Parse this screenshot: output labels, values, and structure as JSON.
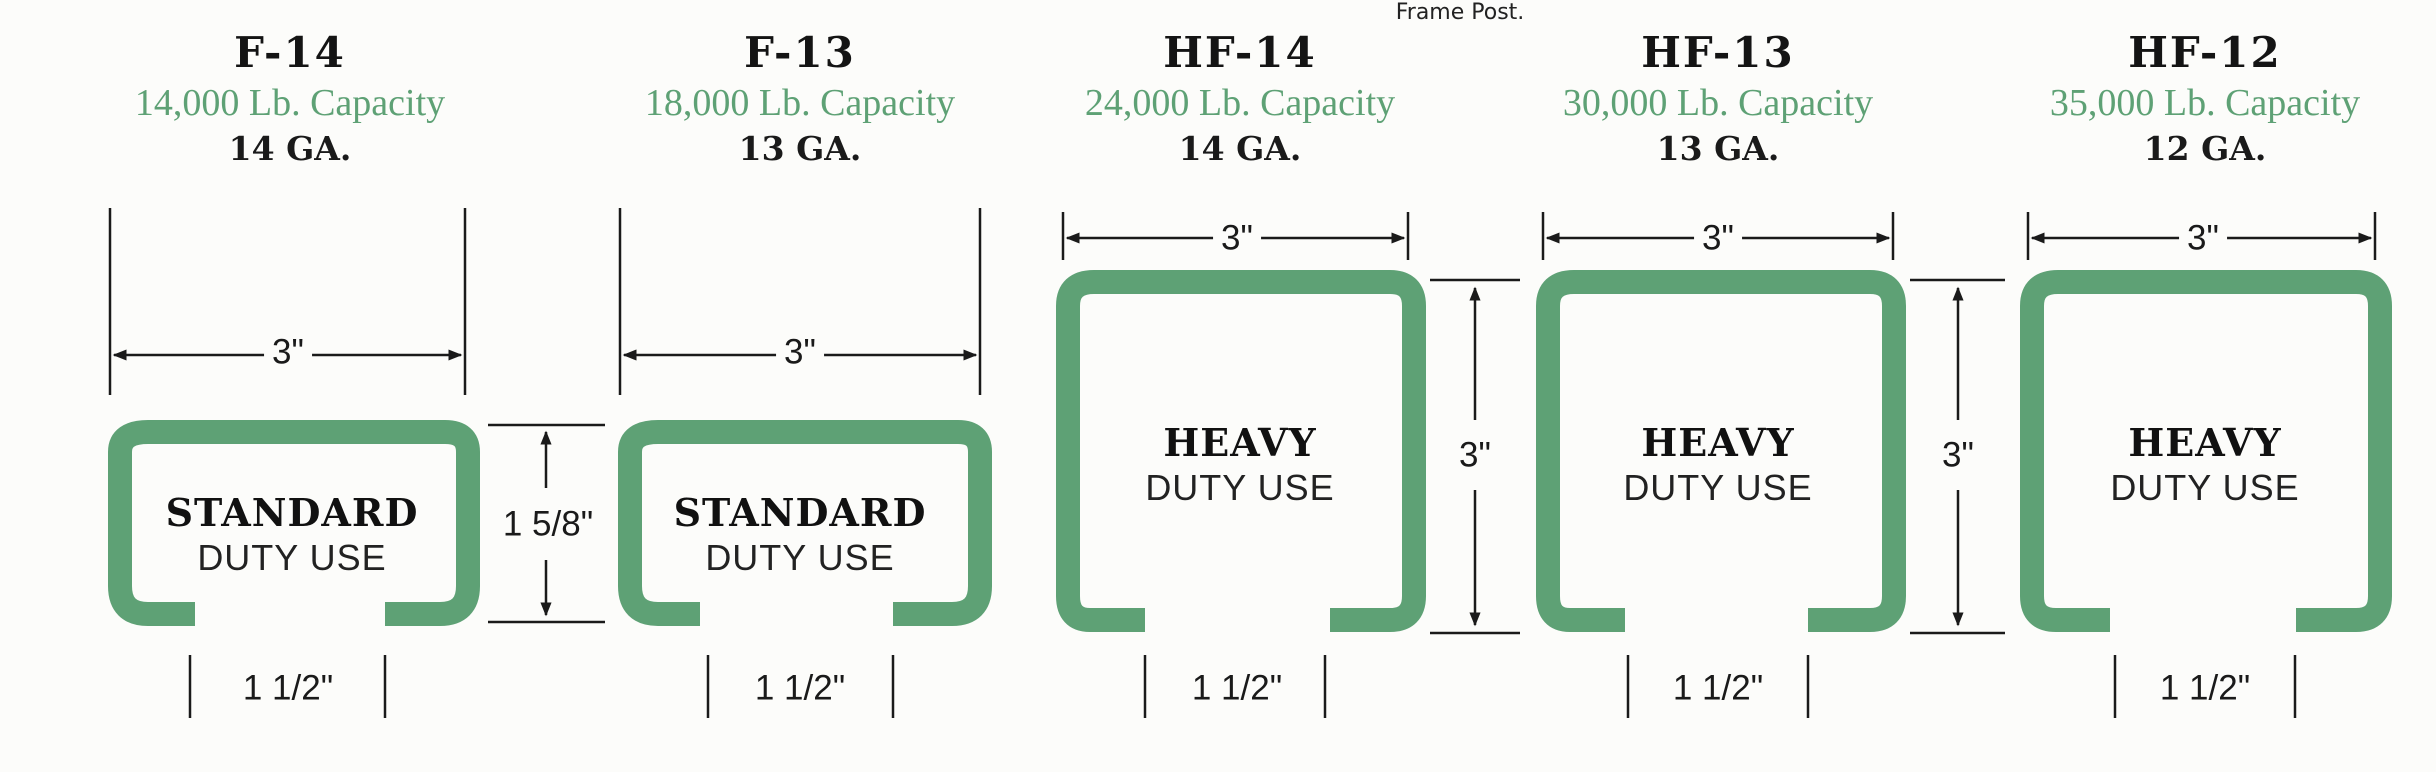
{
  "caption": "Frame Post.",
  "colors": {
    "profile": "#5ea175",
    "ink": "#1a1a1a",
    "capacity_text": "#5ea175"
  },
  "posts": [
    {
      "model": "F-14",
      "capacity": "14,000 Lb. Capacity",
      "gauge": "14 GA.",
      "label_main": "STANDARD",
      "label_sub": "DUTY USE",
      "width_dim": "3\"",
      "opening_dim": "1  1/2\""
    },
    {
      "model": "F-13",
      "capacity": "18,000 Lb. Capacity",
      "gauge": "13 GA.",
      "label_main": "STANDARD",
      "label_sub": "DUTY USE",
      "width_dim": "3\"",
      "opening_dim": "1  1/2\""
    },
    {
      "model": "HF-14",
      "capacity": "24,000 Lb. Capacity",
      "gauge": "14 GA.",
      "label_main": "HEAVY",
      "label_sub": "DUTY USE",
      "width_dim": "3\"",
      "opening_dim": "1  1/2\""
    },
    {
      "model": "HF-13",
      "capacity": "30,000 Lb. Capacity",
      "gauge": "13 GA.",
      "label_main": "HEAVY",
      "label_sub": "DUTY USE",
      "width_dim": "3\"",
      "opening_dim": "1  1/2\""
    },
    {
      "model": "HF-12",
      "capacity": "35,000 Lb. Capacity",
      "gauge": "12 GA.",
      "label_main": "HEAVY",
      "label_sub": "DUTY USE",
      "width_dim": "3\"",
      "opening_dim": "1  1/2\""
    }
  ],
  "height_dims": {
    "standard": "1  5/8\"",
    "heavy_1": "3\"",
    "heavy_2": "3\""
  }
}
